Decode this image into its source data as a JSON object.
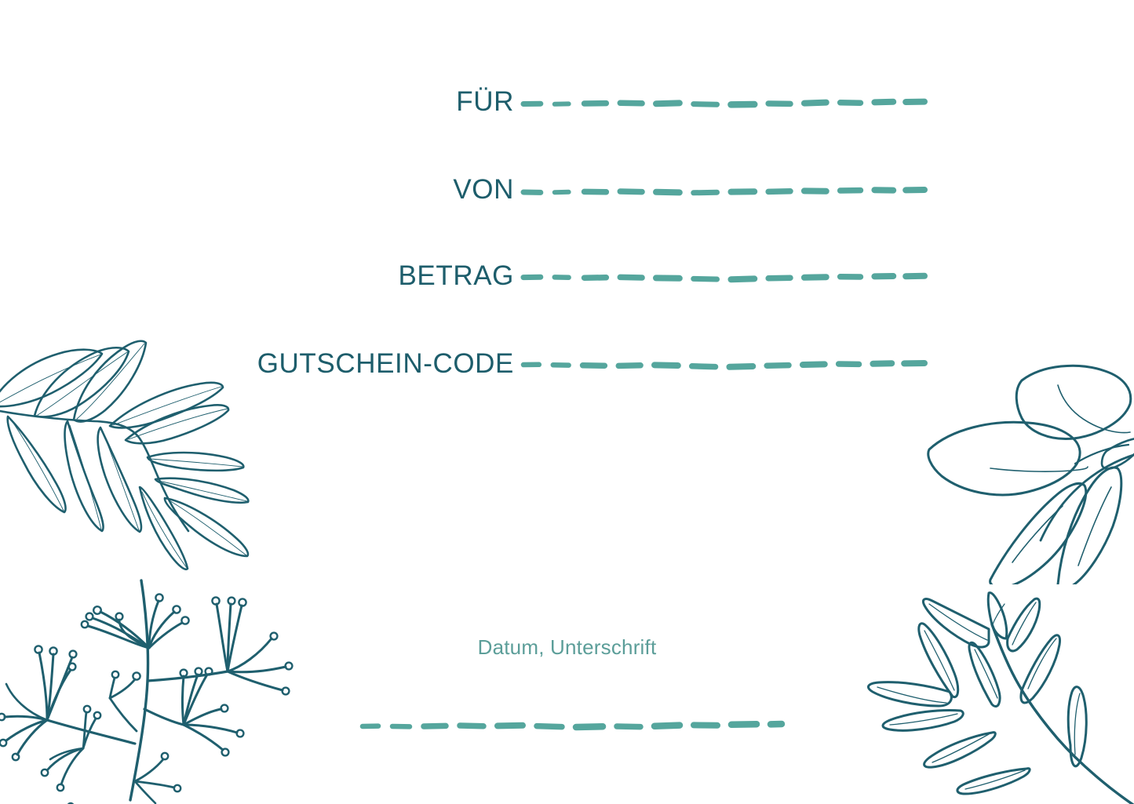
{
  "document": {
    "type": "gift-voucher",
    "language": "de",
    "background_color": "#ffffff"
  },
  "colors": {
    "label_text": "#1d5d6b",
    "dash_rule": "#55a69d",
    "botanical_line": "#1f5f6e",
    "signature_caption": "#5c9e99"
  },
  "form": {
    "rows": [
      {
        "label": "FÜR",
        "rule": "dashed-line",
        "value": ""
      },
      {
        "label": "VON",
        "rule": "dashed-line",
        "value": ""
      },
      {
        "label": "BETRAG",
        "rule": "dashed-line",
        "value": ""
      },
      {
        "label": "GUTSCHEIN-CODE",
        "rule": "dashed-line",
        "value": ""
      }
    ]
  },
  "signature": {
    "caption": "Datum, Unterschrift",
    "rule": "dashed-line",
    "value": ""
  },
  "decorations": [
    {
      "name": "eucalyptus-branch",
      "position": "top-left",
      "icon": "leaf-branch-icon"
    },
    {
      "name": "gypsophila-sprig",
      "position": "bottom-left",
      "icon": "babys-breath-icon"
    },
    {
      "name": "broad-leaf-sprig",
      "position": "top-right",
      "icon": "leaf-cluster-icon"
    },
    {
      "name": "olive-branch",
      "position": "bottom-right",
      "icon": "olive-branch-icon"
    }
  ]
}
